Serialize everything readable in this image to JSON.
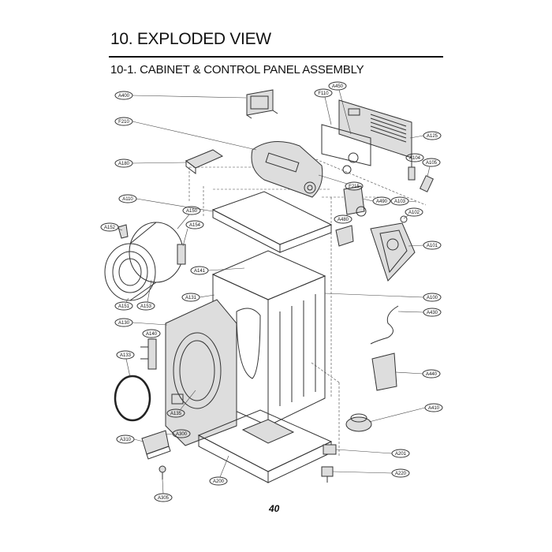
{
  "header": {
    "title": "10. EXPLODED VIEW",
    "subtitle": "10-1. CABINET  & CONTROL PANEL ASSEMBLY"
  },
  "footer": {
    "page_number": "40"
  },
  "callouts": [
    {
      "id": "A400",
      "label": "A400"
    },
    {
      "id": "A450",
      "label": "A450"
    },
    {
      "id": "F110",
      "label": "F110"
    },
    {
      "id": "F210",
      "label": "F210"
    },
    {
      "id": "A125",
      "label": "A125"
    },
    {
      "id": "A180",
      "label": "A180"
    },
    {
      "id": "A104",
      "label": "A104"
    },
    {
      "id": "A105",
      "label": "A105"
    },
    {
      "id": "F215",
      "label": "F215"
    },
    {
      "id": "A110",
      "label": "A110"
    },
    {
      "id": "A490",
      "label": "A490"
    },
    {
      "id": "A103",
      "label": "A103"
    },
    {
      "id": "A150",
      "label": "A150"
    },
    {
      "id": "A480",
      "label": "A480"
    },
    {
      "id": "A102",
      "label": "A102"
    },
    {
      "id": "A152",
      "label": "A152"
    },
    {
      "id": "A154",
      "label": "A154"
    },
    {
      "id": "A101",
      "label": "A101"
    },
    {
      "id": "A141",
      "label": "A141"
    },
    {
      "id": "A151",
      "label": "A151"
    },
    {
      "id": "A153",
      "label": "A153"
    },
    {
      "id": "A131",
      "label": "A131"
    },
    {
      "id": "A100",
      "label": "A100"
    },
    {
      "id": "A430",
      "label": "A430"
    },
    {
      "id": "A130",
      "label": "A130"
    },
    {
      "id": "A140",
      "label": "A140"
    },
    {
      "id": "A133",
      "label": "A133"
    },
    {
      "id": "A440",
      "label": "A440"
    },
    {
      "id": "A135",
      "label": "A135"
    },
    {
      "id": "A410",
      "label": "A410"
    },
    {
      "id": "A310",
      "label": "A310"
    },
    {
      "id": "A300",
      "label": "A300"
    },
    {
      "id": "A201",
      "label": "A201"
    },
    {
      "id": "A200",
      "label": "A200"
    },
    {
      "id": "A220",
      "label": "A220"
    },
    {
      "id": "A305",
      "label": "A305"
    }
  ]
}
